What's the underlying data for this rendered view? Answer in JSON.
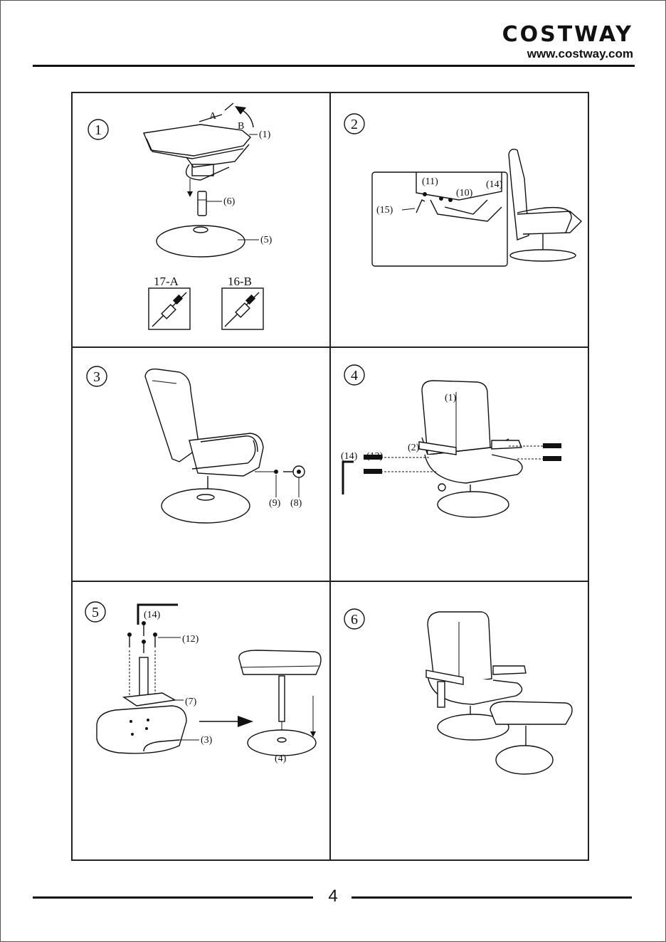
{
  "header": {
    "brand": "COSTWAY",
    "url": "www.costway.com"
  },
  "footer": {
    "page_number": "4"
  },
  "steps": [
    {
      "number": "1",
      "labels": {
        "a": "A",
        "b": "B",
        "p1": "(1)",
        "p6": "(6)",
        "p5": "(5)",
        "c17a": "17-A",
        "c16b": "16-B"
      }
    },
    {
      "number": "2",
      "labels": {
        "p11": "(11)",
        "p10": "(10)",
        "p14": "(14)",
        "p15": "(15)"
      }
    },
    {
      "number": "3",
      "labels": {
        "p9": "(9)",
        "p8": "(8)"
      }
    },
    {
      "number": "4",
      "labels": {
        "p1": "(1)",
        "p2": "(2)",
        "p14": "(14)",
        "p13": "(13)"
      }
    },
    {
      "number": "5",
      "labels": {
        "p14": "(14)",
        "p12": "(12)",
        "p7": "(7)",
        "p3": "(3)",
        "p4": "(4)"
      }
    },
    {
      "number": "6",
      "labels": {}
    }
  ]
}
